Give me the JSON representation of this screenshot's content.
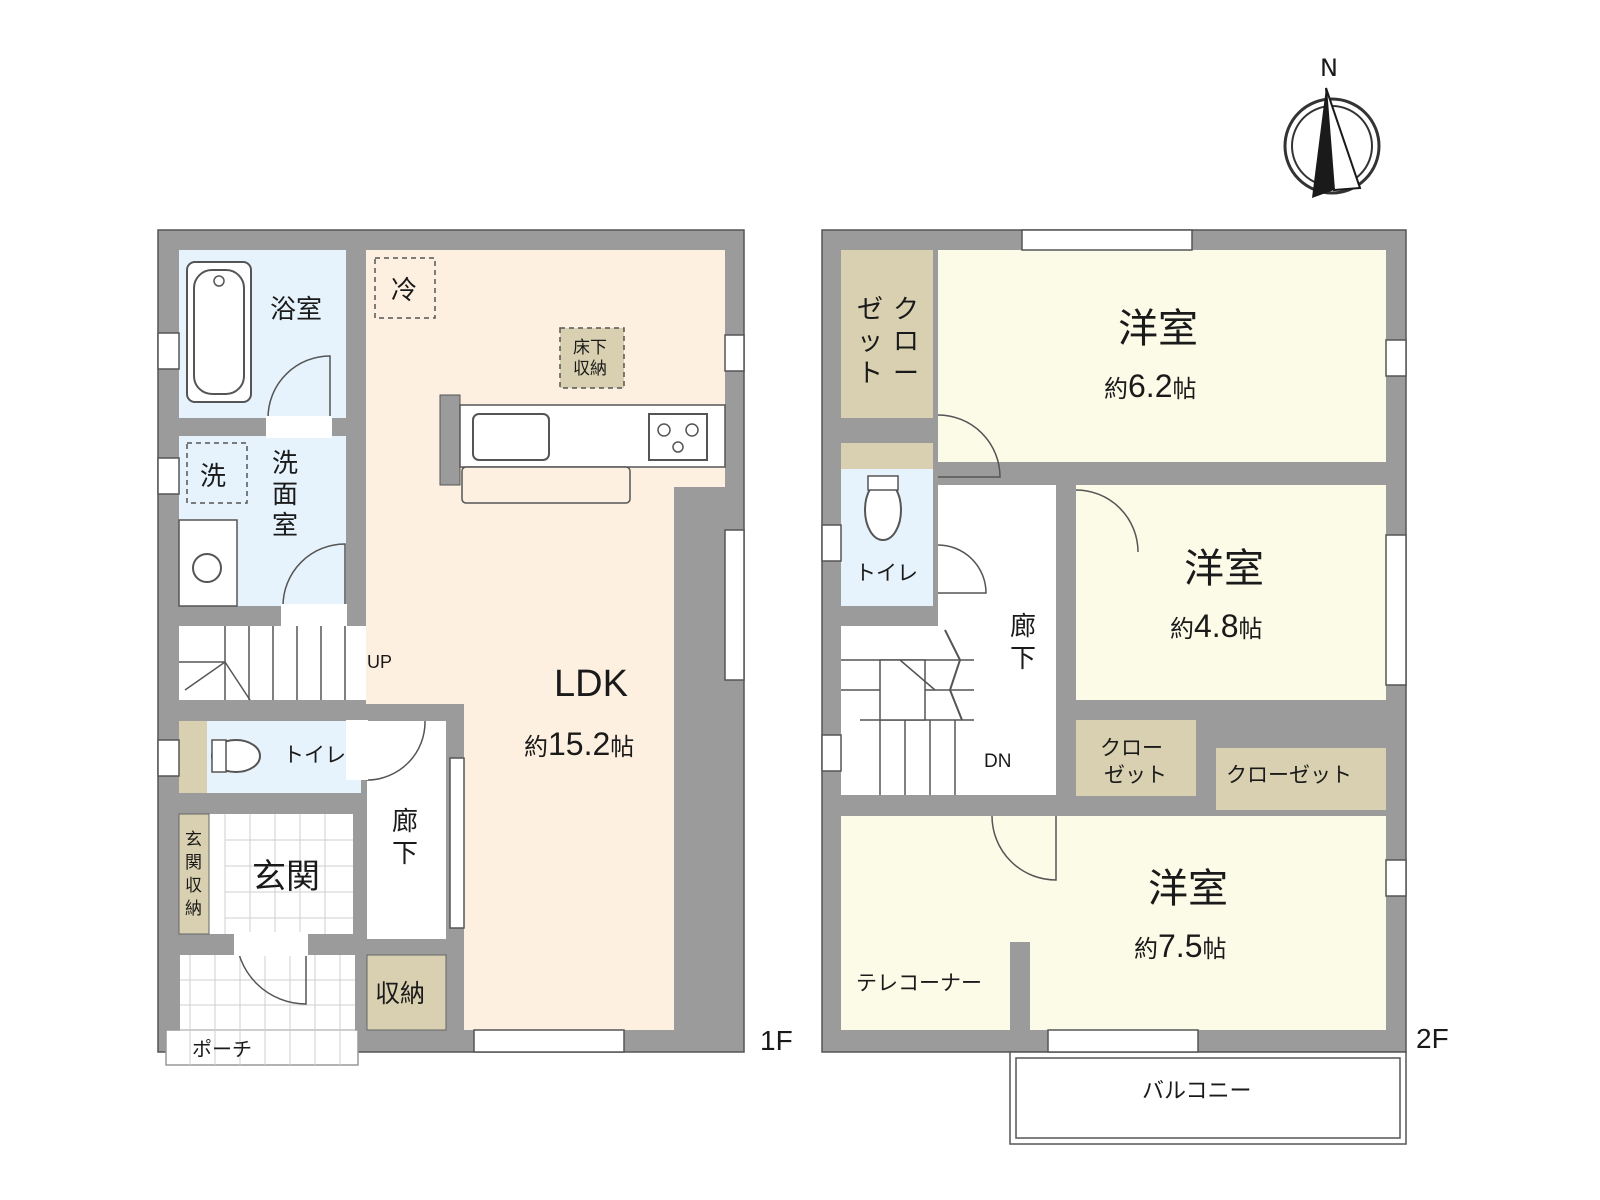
{
  "compass": {
    "north": "N"
  },
  "floor1": {
    "label": "1F",
    "rooms": {
      "bathroom": "浴室",
      "washroom_chars": [
        "洗",
        "面",
        "室"
      ],
      "washer": "洗",
      "fridge": "冷",
      "underfloor_storage": [
        "床下",
        "収納"
      ],
      "ldk_name": "LDK",
      "ldk_size_prefix": "約",
      "ldk_size_num": "15.2",
      "ldk_size_unit": "帖",
      "stairs_up": "UP",
      "toilet": "トイレ",
      "hall_chars": [
        "廊",
        "下"
      ],
      "entrance": "玄関",
      "entrance_storage_chars": [
        "玄",
        "関",
        "収",
        "納"
      ],
      "storage": "収納",
      "porch": "ポーチ"
    }
  },
  "floor2": {
    "label": "2F",
    "rooms": {
      "closet_vertical_col1": [
        "ク",
        "ロ",
        "ー"
      ],
      "closet_vertical_col2": [
        "ゼ",
        "ッ",
        "ト"
      ],
      "bedroom1_name": "洋室",
      "bedroom1_size_num": "6.2",
      "bedroom2_name": "洋室",
      "bedroom2_size_num": "4.8",
      "bedroom3_name": "洋室",
      "bedroom3_size_num": "7.5",
      "size_prefix": "約",
      "size_unit": "帖",
      "toilet": "トイレ",
      "hall_chars": [
        "廊",
        "下"
      ],
      "stairs_down": "DN",
      "closet_small": [
        "クロー",
        "ゼット"
      ],
      "closet_wide": "クローゼット",
      "tele_corner": "テレコーナー",
      "balcony": "バルコニー"
    }
  },
  "colors": {
    "wall": "#9b9b9b",
    "wall_edge": "#555555",
    "ldk_floor": "#fdf0e0",
    "wet_floor": "#e6f3fc",
    "bedroom_floor": "#fcfbe8",
    "storage_fill": "#d8d0b0",
    "white": "#ffffff"
  }
}
